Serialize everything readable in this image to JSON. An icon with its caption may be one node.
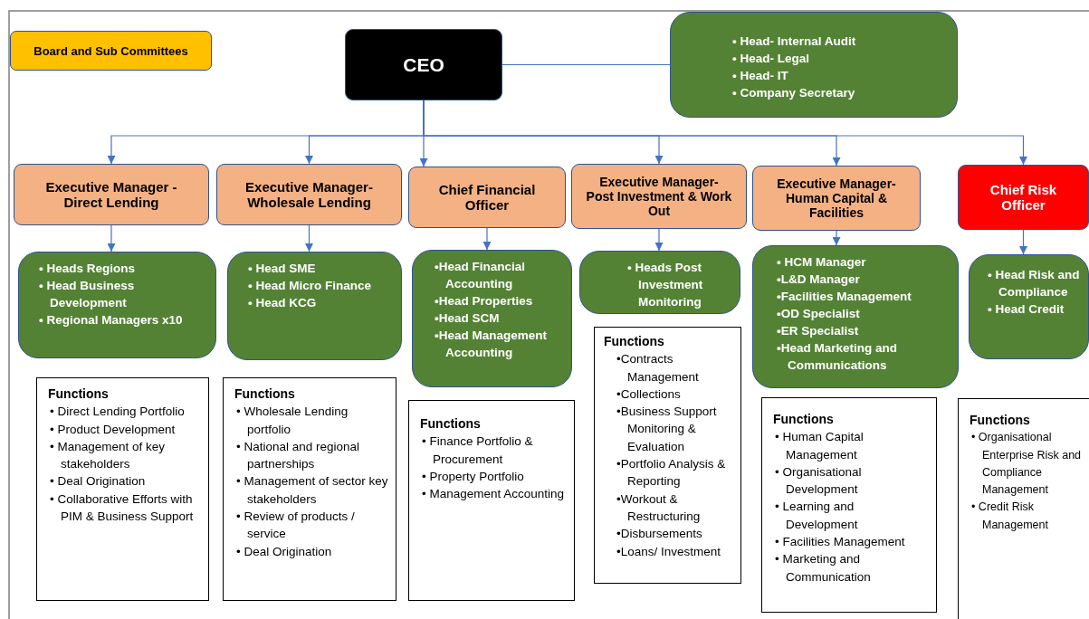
{
  "diagram": {
    "nodes": [
      {
        "text": [
          "Board and Sub Committees"
        ]
      },
      {
        "text": [
          "CEO"
        ]
      },
      {
        "text": [
          "• Head- Internal Audit",
          "• Head- Legal",
          "• Head- IT",
          "• Company Secretary"
        ]
      },
      {
        "text": [
          "Executive Manager - Direct Lending"
        ]
      },
      {
        "text": [
          "Executive Manager- Wholesale Lending"
        ]
      },
      {
        "text": [
          "Chief Financial Officer"
        ]
      },
      {
        "text": [
          "Executive Manager- Post Investment & Work Out"
        ]
      },
      {
        "text": [
          "Executive Manager- Human Capital & Facilities"
        ]
      },
      {
        "text": [
          "Chief Risk Officer"
        ]
      },
      {
        "text": [
          "• Heads Regions",
          "• Head Business Development",
          "• Regional Managers x10"
        ]
      },
      {
        "text": [
          "• Head SME",
          "• Head Micro Finance",
          "• Head KCG"
        ]
      },
      {
        "text": [
          "•Head Financial Accounting",
          "•Head Properties",
          "•Head SCM",
          "•Head Management Accounting"
        ]
      },
      {
        "text": [
          "• Heads Post Investment Monitoring"
        ]
      },
      {
        "text": [
          "• HCM Manager",
          "•L&D Manager",
          "•Facilities Management",
          "•OD Specialist",
          "•ER Specialist",
          "•Head Marketing and Communications"
        ]
      },
      {
        "text": [
          "• Head Risk and Compliance",
          "• Head Credit"
        ]
      },
      {
        "text": [
          "Functions",
          "• Direct Lending Portfolio",
          "• Product Development",
          "• Management of key stakeholders",
          "• Deal Origination",
          "• Collaborative Efforts with PIM & Business Support"
        ]
      },
      {
        "text": [
          "Functions",
          "• Wholesale Lending portfolio",
          "• National and regional partnerships",
          "• Management of sector key stakeholders",
          "• Review of products / service",
          "• Deal Origination"
        ]
      },
      {
        "text": [
          "Functions",
          "• Finance Portfolio & Procurement",
          "• Property Portfolio",
          "• Management Accounting"
        ]
      },
      {
        "text": [
          "Functions",
          "•Contracts Management",
          "•Collections",
          "•Business Support Monitoring & Evaluation",
          "•Portfolio Analysis & Reporting",
          "•Workout & Restructuring",
          "•Disbursements",
          "•Loans/ Investment"
        ]
      },
      {
        "text": [
          "Functions",
          "• Human Capital Management",
          "• Organisational Development",
          "• Learning and Development",
          "• Facilities Management",
          "• Marketing and Communication"
        ]
      },
      {
        "text": [
          "Functions",
          "• Organisational Enterprise Risk and Compliance Management",
          "• Credit Risk Management"
        ]
      }
    ],
    "edges": [
      {
        "from": 1,
        "to": 2,
        "arrow": "none"
      },
      {
        "from": 1,
        "to": 3,
        "arrow": "to"
      },
      {
        "from": 1,
        "to": 4,
        "arrow": "to"
      },
      {
        "from": 1,
        "to": 5,
        "arrow": "to"
      },
      {
        "from": 1,
        "to": 6,
        "arrow": "to"
      },
      {
        "from": 1,
        "to": 7,
        "arrow": "to"
      },
      {
        "from": 1,
        "to": 8,
        "arrow": "to"
      },
      {
        "from": 3,
        "to": 9,
        "arrow": "to"
      },
      {
        "from": 4,
        "to": 10,
        "arrow": "to"
      },
      {
        "from": 5,
        "to": 11,
        "arrow": "to"
      },
      {
        "from": 6,
        "to": 12,
        "arrow": "to"
      },
      {
        "from": 7,
        "to": 13,
        "arrow": "to"
      },
      {
        "from": 8,
        "to": 14,
        "arrow": "to"
      }
    ]
  }
}
